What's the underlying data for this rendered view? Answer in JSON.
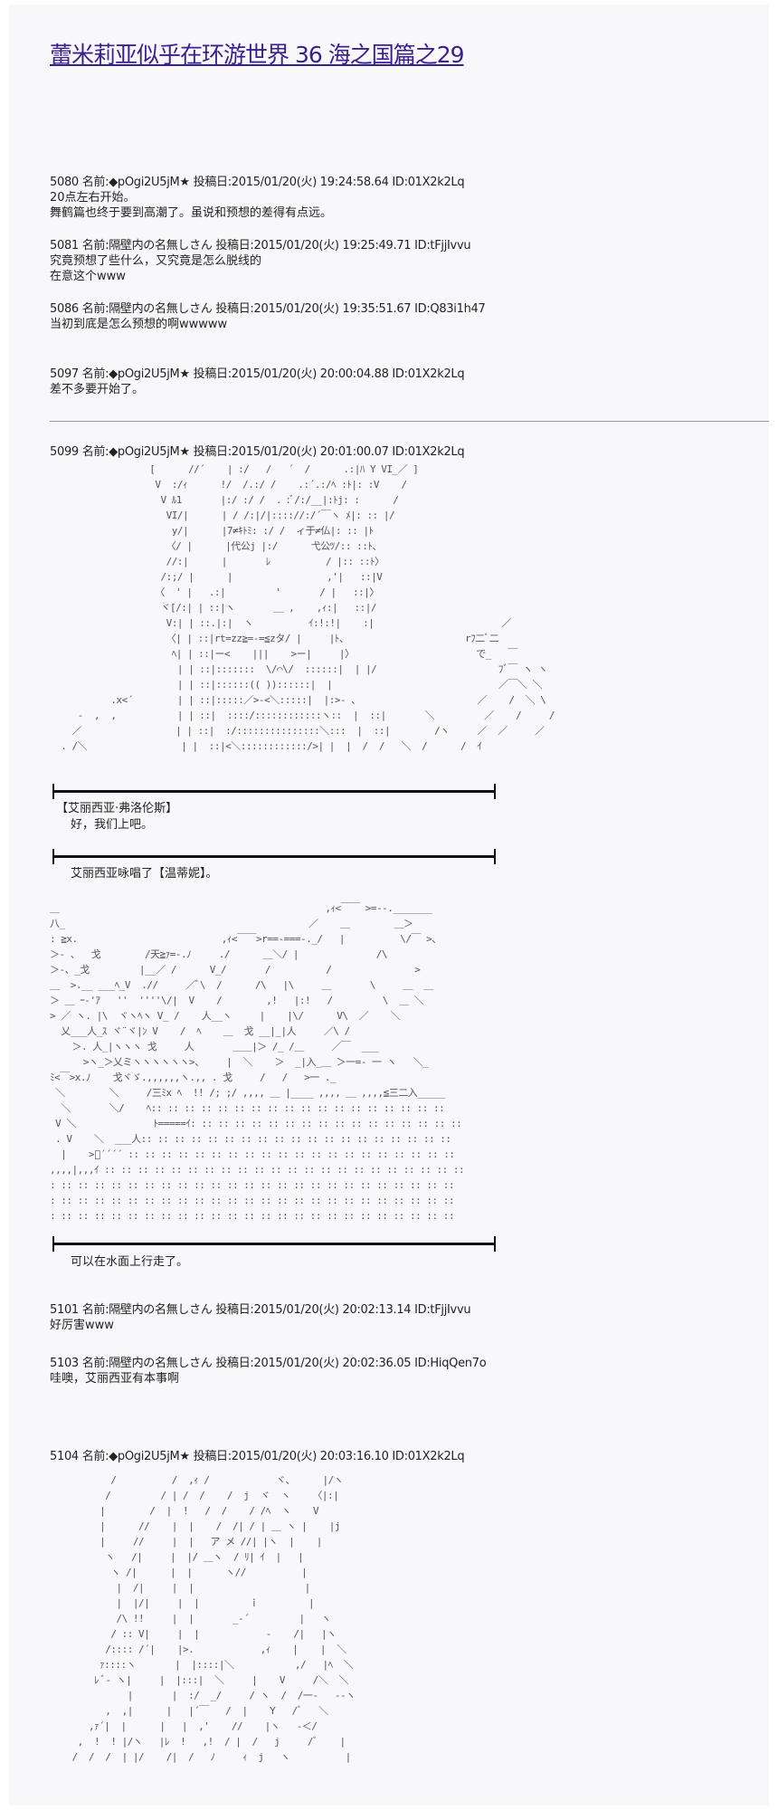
{
  "title": "蕾米莉亚似乎在环游世界 36 海之国篇之29",
  "posts": [
    {
      "header": "5080 名前:◆pOgi2U5jM★ 投稿日:2015/01/20(火) 19:24:58.64 ID:01X2k2Lq",
      "lines": [
        "20点左右开始。",
        "舞鹤篇也终于要到高潮了。虽说和预想的差得有点远。"
      ]
    },
    {
      "header": "5081 名前:隔壁内の名無しさん 投稿日:2015/01/20(火) 19:25:49.71 ID:tFjjIvvu",
      "lines": [
        "究竟预想了些什么，又究竟是怎么脱线的",
        "在意这个www"
      ]
    },
    {
      "header": "5086 名前:隔壁内の名無しさん 投稿日:2015/01/20(火) 19:35:51.67 ID:Q83i1h47",
      "lines": [
        "当初到底是怎么预想的啊wwwww"
      ]
    },
    {
      "header": "5097 名前:◆pOgi2U5jM★ 投稿日:2015/01/20(火) 20:00:04.88 ID:01X2k2Lq",
      "lines": [
        "差不多要开始了。"
      ]
    },
    {
      "header": "5099 名前:◆pOgi2U5jM★ 投稿日:2015/01/20(火) 20:01:00.07 ID:01X2k2Lq",
      "lines": []
    },
    {
      "header": "5101 名前:隔壁内の名無しさん 投稿日:2015/01/20(火) 20:02:13.14 ID:tFjjIvvu",
      "lines": [
        "好厉害www"
      ]
    },
    {
      "header": "5103 名前:隔壁内の名無しさん 投稿日:2015/01/20(火) 20:02:36.05 ID:HiqQen7o",
      "lines": [
        "哇噢，艾丽西亚有本事啊"
      ]
    },
    {
      "header": "5104 名前:◆pOgi2U5jM★ 投稿日:2015/01/20(火) 20:03:16.10 ID:01X2k2Lq",
      "lines": []
    }
  ],
  "scene": {
    "speaker": "【艾丽西亚·弗洛伦斯】",
    "speech": "好，我们上吧。",
    "narration1": "艾丽西亚咏唱了【温蒂妮】。",
    "narration2": "可以在水面上行走了。"
  },
  "aa1": [
    "                  [      //´    | :/   /   ´  /      .:|ﾊ Y VI_／ ]",
    "                   V  :/ｨ      !/  /.:/ /    .:´.:/ﾍ :ﾄ|: :V    /",
    "                    V ﾙ1       |:/ :/ /  . :ﾞ/:/__|:ﾄj: :      /",
    "                     VI/|      | / /:|/|:::://:/´￣ヽ ﾒ|: :: |/",
    "                      y/|      |7≠ｷﾄﾐ: :/ /  ィ于≠仏|: :: |ﾄ",
    "                     〈/ |      |代公j |:/      弋公ﾂ/:: ::ﾄ、",
    "                     //:|      |       ﾚ          / |:: ::ﾄ〉",
    "                    /:;/ |      |                 ,'|   ::|V",
    "                   〈  ' |   .:|         '       / |   ::|〉",
    "                    ヾ[/:| | ::|ヽ       ＿ ,    ,ｨ:|   ::|/",
    "                     V:| | ::.|:|  ヽ          ｲ:!:!|    :|                       ／",
    "                     〈| | ::|rt=zz≧=-=≦zタ/ |     |ﾄ、                     rﾌ二ﾞ二",
    "                      ﾍ| | ::|ー<    |||    >ー|     |〉                      で_   ￣",
    "                       | | ::|:::::::  \\/⌒\\/  ::::::|  | |/                      ﾌﾞ￣ ヽ ヽ",
    "                       | | ::|::::::(( ))::::::|  |                              ／￣＼ ＼",
    "           .x<´        | | ::|:::::／>-<＼:::::|  |:>- 、                     ／    /  ＼ \\",
    "     -  ,  ,           | | ::|  ::::/::::::::::::ヽ::  |  ::|       ＼         ／    /     /",
    "    ／                 | | ::|  :/:::::::::::::::＼:::  |  ::|        /ヽ     ／  ／     ／",
    "  . /＼                 | |  ::|<＼::::::::::::/>| |  |  /  /   ＼  /      /  ｲ"
  ],
  "aa2": [
    "＿                                                ,ｨ<￣￣ >=--._______",
    "八_                                            ／    ＿        ＿＞",
    ": ≧x.                          ,ｨ<￣￣>r==-===-._/   |          \\/￣ >、",
    "＞- 、  戈        /天≧ｧ=-.ﾉ     ./      ＿＼/ |              /\\",
    "＞-、_戈         |__／ /      V_/       /          /               >",
    "＿  >.__ ___ﾍ_V  .//     ／ﾞ\\  /      /\\   |\\     ＿       \\     ＿  ＿",
    "＞ ＿ ｰ-'ｱ   ''  ''''\\/|  V    /        ,!   |:!   /         \\  ＿ ＼",
    "> ／ ヽ. |\\  ヾヽﾍヽ V_ /    人__ヽ     |    |\\/      V\\  ／    ＼",
    "  乂___人_ｽ ヾ¨ヾ|ﾝ V    /  ﾍ    ＿  戈 __|_|人     ／\\ /",
    "    ＞. 人_|ヽヽヽ 戈     人       ＿＿|＞ /_ /＿     ／￣  ___",
    "      >ヽ_＞乂ミヽヽヽヽヽヽ>、    |  ＼    ＞  _|入_＿ ＞一=- 一 ヽ   ＼_",
    "ﾐ<￣>x.ﾉ    戈ヾゞ.,,,,,,ヽ.,, . 戈     /   /   >一 ._",
    " ＼        ＼     /三ﾐx ﾍ  !! /; ;/ ,,,, ＿ |____ ,,,, ＿ ,,,,≦三二入_____",
    "  ＼       ＼/    ﾍ:: :: :: :: :: :: :: :: :: :: :: :: :: :: :: :: :: ::",
    " V ＼              ﾄ=====ｲ: :: :: :: :: :: :: :: :: :: :: :: :: :: :: :: ::",
    " . V    ＼  ___人:: :: :: :: :: :: :: :: :: :: :: :: :: :: :: :: :: :: ::",
    "  |    >ﾞ´´´´ :: :: :: :: :: :: :: :: :: :: :: :: :: :: :: :: :: :: :: ::",
    ",,,,|,,,ｲ :: :: :: :: :: :: :: :: :: :: :: :: :: :: :: :: :: :: :: :: :: ::",
    ": :: :: :: :: :: :: :: :: :: :: :: :: :: :: :: :: :: :: :: :: :: :: :: ::",
    ": :: :: :: :: :: :: :: :: :: :: :: :: :: :: :: :: :: :: :: :: :: :: :: ::",
    ": :: :: :: :: :: :: :: :: :: :: :: :: :: :: :: :: :: :: :: :: :: :: :: ::"
  ],
  "aa3": [
    "           /          /  ,ｨ /            ヾ、     |/ヽ",
    "          /         / | /  /    /  j  ヾ  ヽ    〈|:|",
    "         |        /  |  !   /  /    / /ﾍ  ヽ    V",
    "         |      //    |  |    /  /| / | ＿ ヽ |    |j",
    "         |     //     |  |   ア メ //| |ヽ  |    |",
    "          ヽ   /|     |  |/ ＿ヽ  / ﾘ| ｲ  |   |",
    "           ヽ /|      |  |      ヽ//          |",
    "            |  /|     |  |                    |",
    "            |  |/|     |  |         ｉ         |",
    "            /\\ !!     |  |       _-´         |   ヽ",
    "           / :: V|     |  |            -    /|   |ヽ",
    "          /:::: /´|    |>.            ,ｨ    |    |  ＼",
    "         ｧ::::ヽ       |  |::::|＼           ,/   |ﾍ  ＼",
    "        ﾚ ﾞ- ヽ|     |  |:::|  ＼     |    V     /＼  ＼",
    "              |       |  :/  _/     / ヽ  /  /一-   --ヽ",
    "          ,  ,|      |   |´￣   /  |    Y   /ﾞ   ＼",
    "       ,ｧ´|  |      |   |  ,'    //    |ヽ   -＜/",
    "     ,  !  ! |/ヽ   |ﾚ  !   ,!  / |  /   j     /ﾞ    |",
    "    /  /  /  | |/    /|  /   ﾉ     ｨ  j   ヽ          |"
  ]
}
